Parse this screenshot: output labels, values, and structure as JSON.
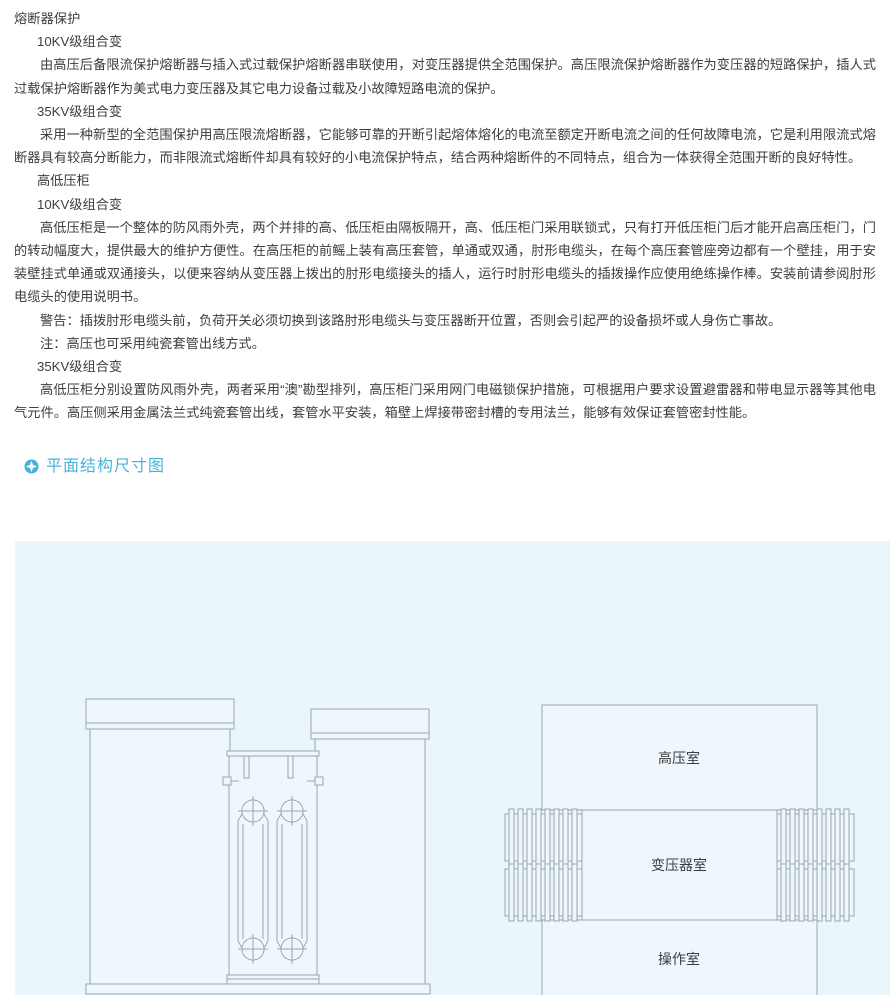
{
  "document": {
    "title": "熔断器保护",
    "blocks": [
      {
        "type": "subhead",
        "text": "10KV级组合变"
      },
      {
        "type": "para",
        "text": "由高压后备限流保护熔断器与插入式过载保护熔断器串联使用，对变压器提供全范围保护。高压限流保护熔断器作为变压器的短路保护，插人式过载保护熔断器作为美式电力变压器及其它电力设备过载及小故障短路电流的保护。"
      },
      {
        "type": "subhead",
        "text": "35KV级组合变"
      },
      {
        "type": "para",
        "text": "采用一种新型的全范围保护用高压限流熔断器，它能够可靠的开断引起熔体熔化的电流至额定开断电流之间的任何故障电流，它是利用限流式熔断器具有较高分断能力，而非限流式熔断件却具有较好的小电流保护特点，结合两种熔断件的不同特点，组合为一体获得全范围开断的良好特性。"
      },
      {
        "type": "subhead",
        "text": "高低压柜"
      },
      {
        "type": "subhead",
        "text": "10KV级组合变"
      },
      {
        "type": "para",
        "text": "高低压柜是一个整体的防风雨外壳，两个并排的高、低压柜由隔板隔开，高、低压柜门采用联锁式，只有打开低压柜门后才能开启高压柜门，门的转动幅度大，提供最大的维护方便性。在高压柜的前鳐上装有高压套管，单通或双通，肘形电缆头，在每个高压套管座旁边都有一个壁挂，用于安装壁挂式单通或双通接头，以便来容纳从变压器上拨出的肘形电缆接头的插人，运行时肘形电缆头的插拨操作应使用绝练操作棒。安装前请参阅肘形电缆头的使用说明书。"
      },
      {
        "type": "note",
        "text": "警告：插拨肘形电缆头前，负荷开关必须切换到该路肘形电缆头与变压器断开位置，否则会引起严的设备损坏或人身伤亡事故。"
      },
      {
        "type": "note",
        "text": "注：高压也可采用纯瓷套管出线方式。"
      },
      {
        "type": "subhead",
        "text": "35KV级组合变"
      },
      {
        "type": "para",
        "text": "高低压柜分别设置防风雨外壳，两者采用“澳”勘型排列，高压柜门采用网门电磁锁保护措施，可根据用户要求设置避雷器和带电显示器等其他电气元件。高压侧采用金属法兰式纯瓷套管出线，套管水平安装，箱壁上焊接带密封槽的专用法兰，能够有效保证套管密封性能。"
      }
    ]
  },
  "section": {
    "icon": "star-circle-icon",
    "title": "平面结构尺寸图",
    "title_color": "#46b4da"
  },
  "figure": {
    "background_color": "#eaf5fc",
    "line_color": "#9aa7ad",
    "face_color": "#eef7fd",
    "left_drawing": {
      "name": "front-elevation-drawing",
      "description": "组合变前视图"
    },
    "right_drawing": {
      "name": "plan-layout-drawing",
      "rooms": [
        {
          "id": "hv-room",
          "label": "高压室"
        },
        {
          "id": "transformer-room",
          "label": "变压器室"
        },
        {
          "id": "operation-room",
          "label": "操作室"
        }
      ],
      "louvers": [
        {
          "id": "louver-left",
          "label": "左侧百叶通风口"
        },
        {
          "id": "louver-right",
          "label": "右侧百叶通风口"
        }
      ]
    }
  }
}
